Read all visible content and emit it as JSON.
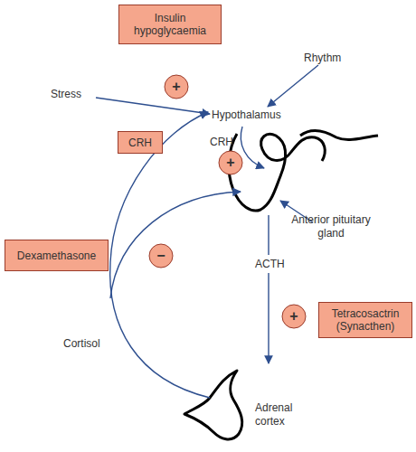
{
  "diagram": {
    "nodes": [
      {
        "text": [
          "Insulin hypoglycaemia"
        ]
      },
      {
        "text": [
          "+"
        ]
      },
      {
        "text": [
          "CRH"
        ]
      },
      {
        "text": [
          "+"
        ]
      },
      {
        "text": [
          "Dexamethasone"
        ]
      },
      {
        "text": [
          "−"
        ]
      },
      {
        "text": [
          "+"
        ]
      },
      {
        "text": [
          "Tetracosactrin (Synacthen)"
        ]
      }
    ],
    "labels": [
      "Rhythm",
      "Stress",
      "Hypothalamus",
      "CRH",
      "Anterior pituitary gland",
      "ACTH",
      "Cortisol",
      "Adrenal cortex"
    ]
  }
}
